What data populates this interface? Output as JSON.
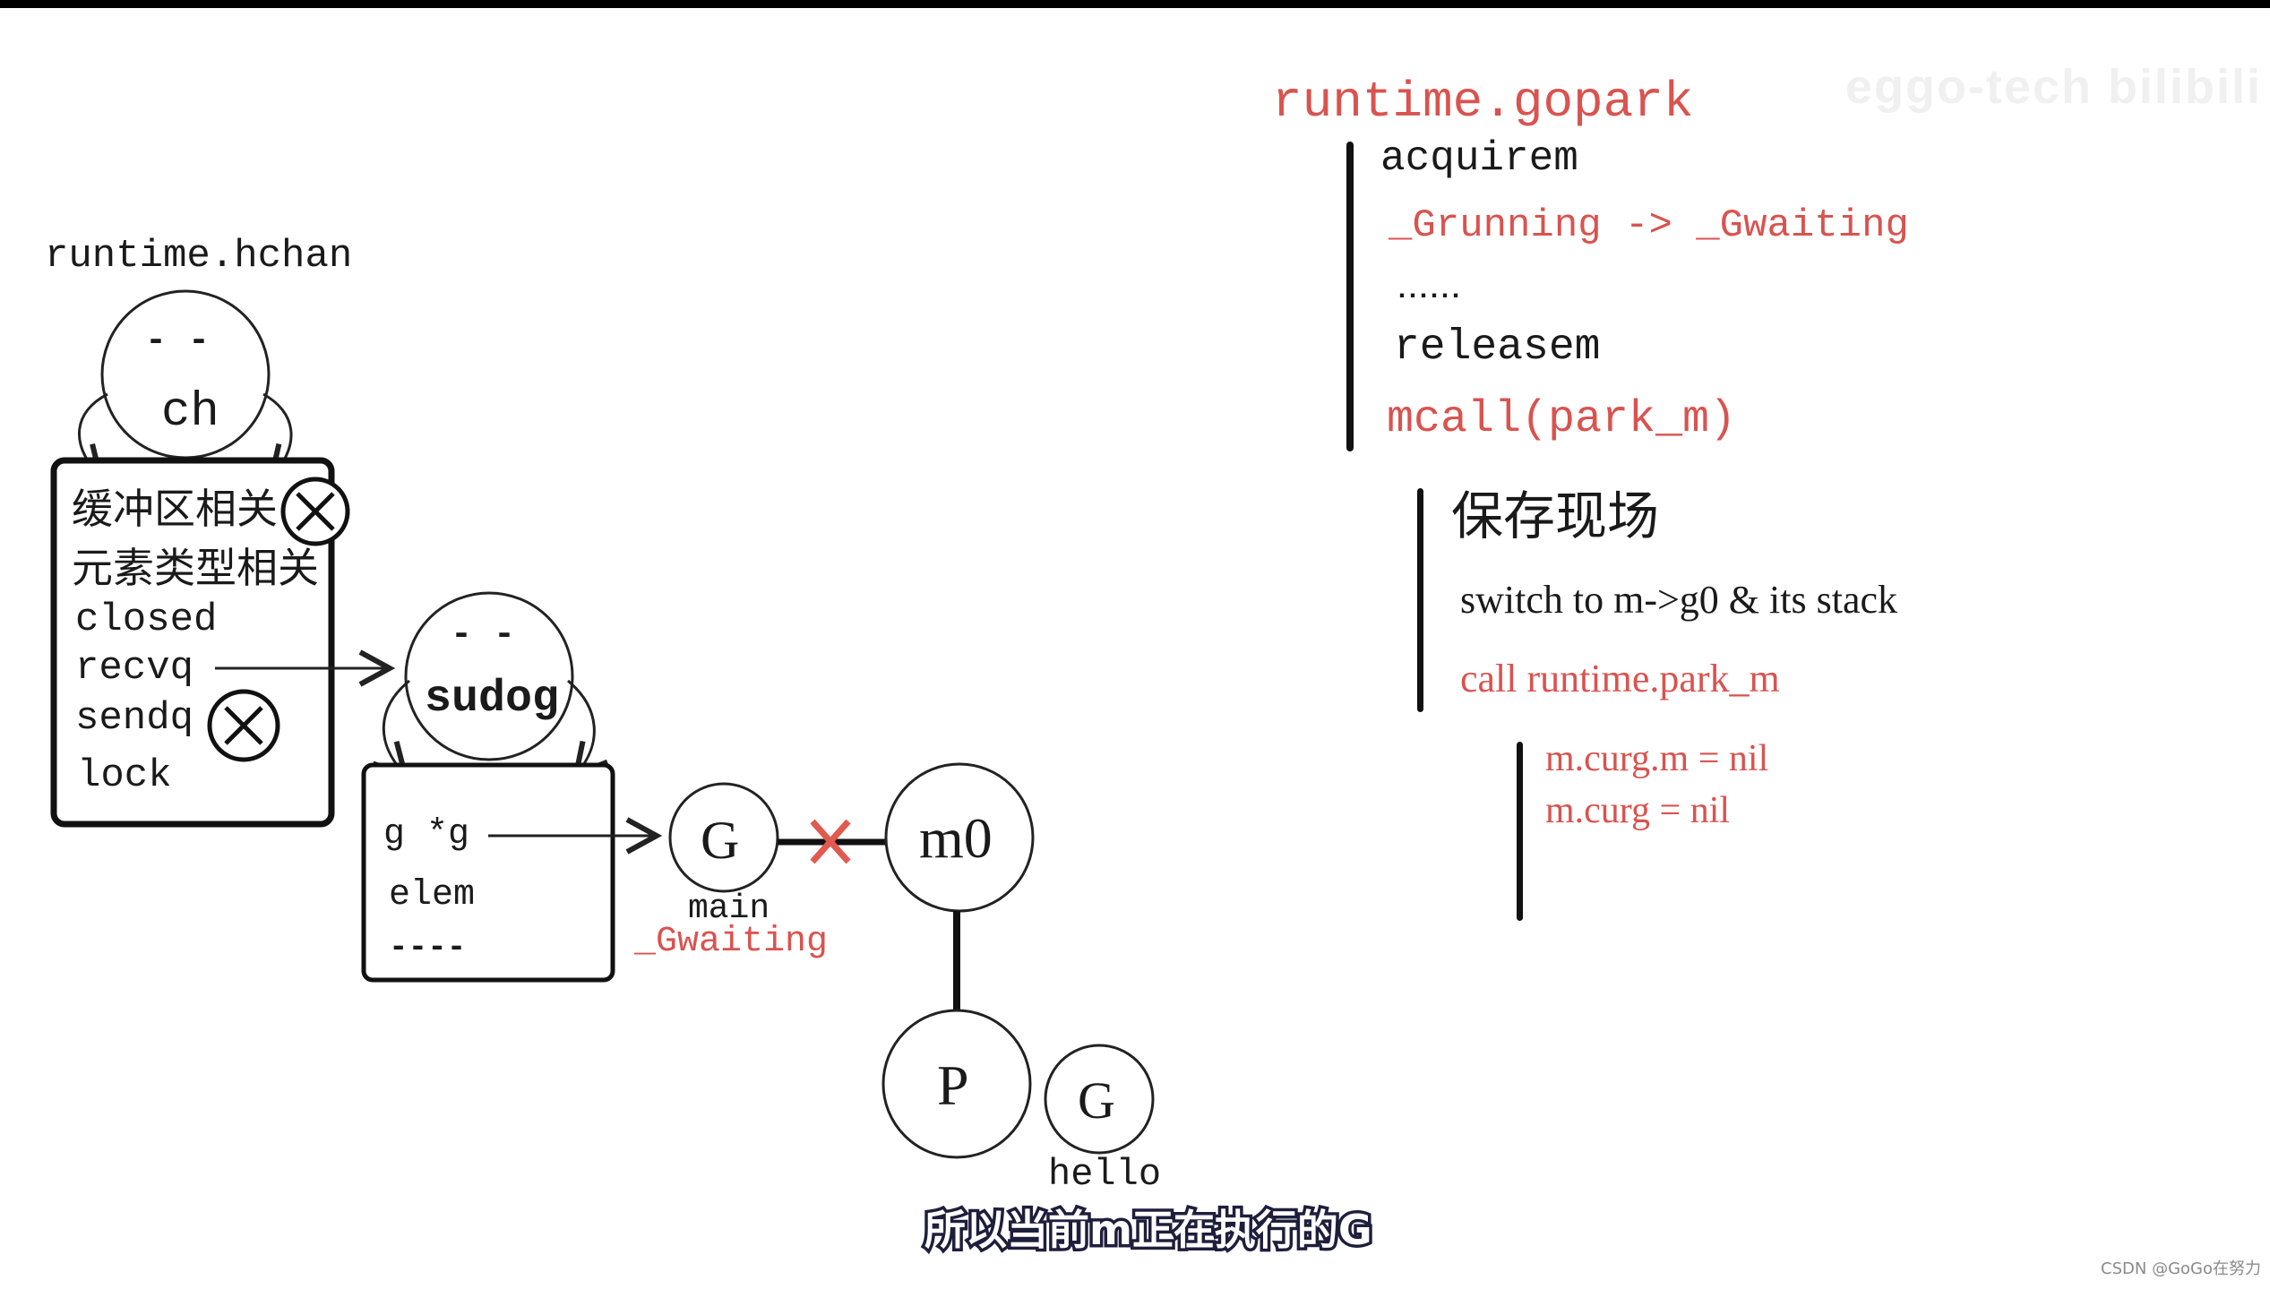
{
  "hchan": {
    "title": "runtime.hchan",
    "face_eyes": "-  -",
    "name": "ch",
    "fields": [
      "缓冲区相关",
      "元素类型相关",
      "closed",
      "recvq",
      "sendq",
      "lock"
    ]
  },
  "sudog": {
    "face_eyes": "-  -",
    "name": "sudog",
    "fields": [
      "g *g",
      "elem",
      "----"
    ]
  },
  "runtime_nodes": {
    "g_main_label": "G",
    "g_main_name": "main",
    "g_main_state": "_Gwaiting",
    "m0_label": "m0",
    "p_label": "P",
    "g_hello_label": "G",
    "g_hello_name": "hello"
  },
  "gopark": {
    "title": "runtime.gopark",
    "steps": [
      "acquirem",
      "_Grunning -> _Gwaiting",
      "......",
      "releasem",
      "mcall(park_m)"
    ]
  },
  "mcall_detail": {
    "heading": "保存现场",
    "steps": [
      "switch to m->g0 & its stack",
      "call runtime.park_m"
    ]
  },
  "park_m_detail": {
    "lines": [
      "m.curg.m = nil",
      "m.curg = nil"
    ]
  },
  "subtitle": "所以当前m正在执行的G",
  "watermark": "eggo-tech bilibili",
  "credit": "CSDN @GoGo在努力",
  "colors": {
    "ink": "#1a1a1a",
    "accent_red": "#d9534f",
    "subtitle_outline": "#1e1e3c"
  }
}
